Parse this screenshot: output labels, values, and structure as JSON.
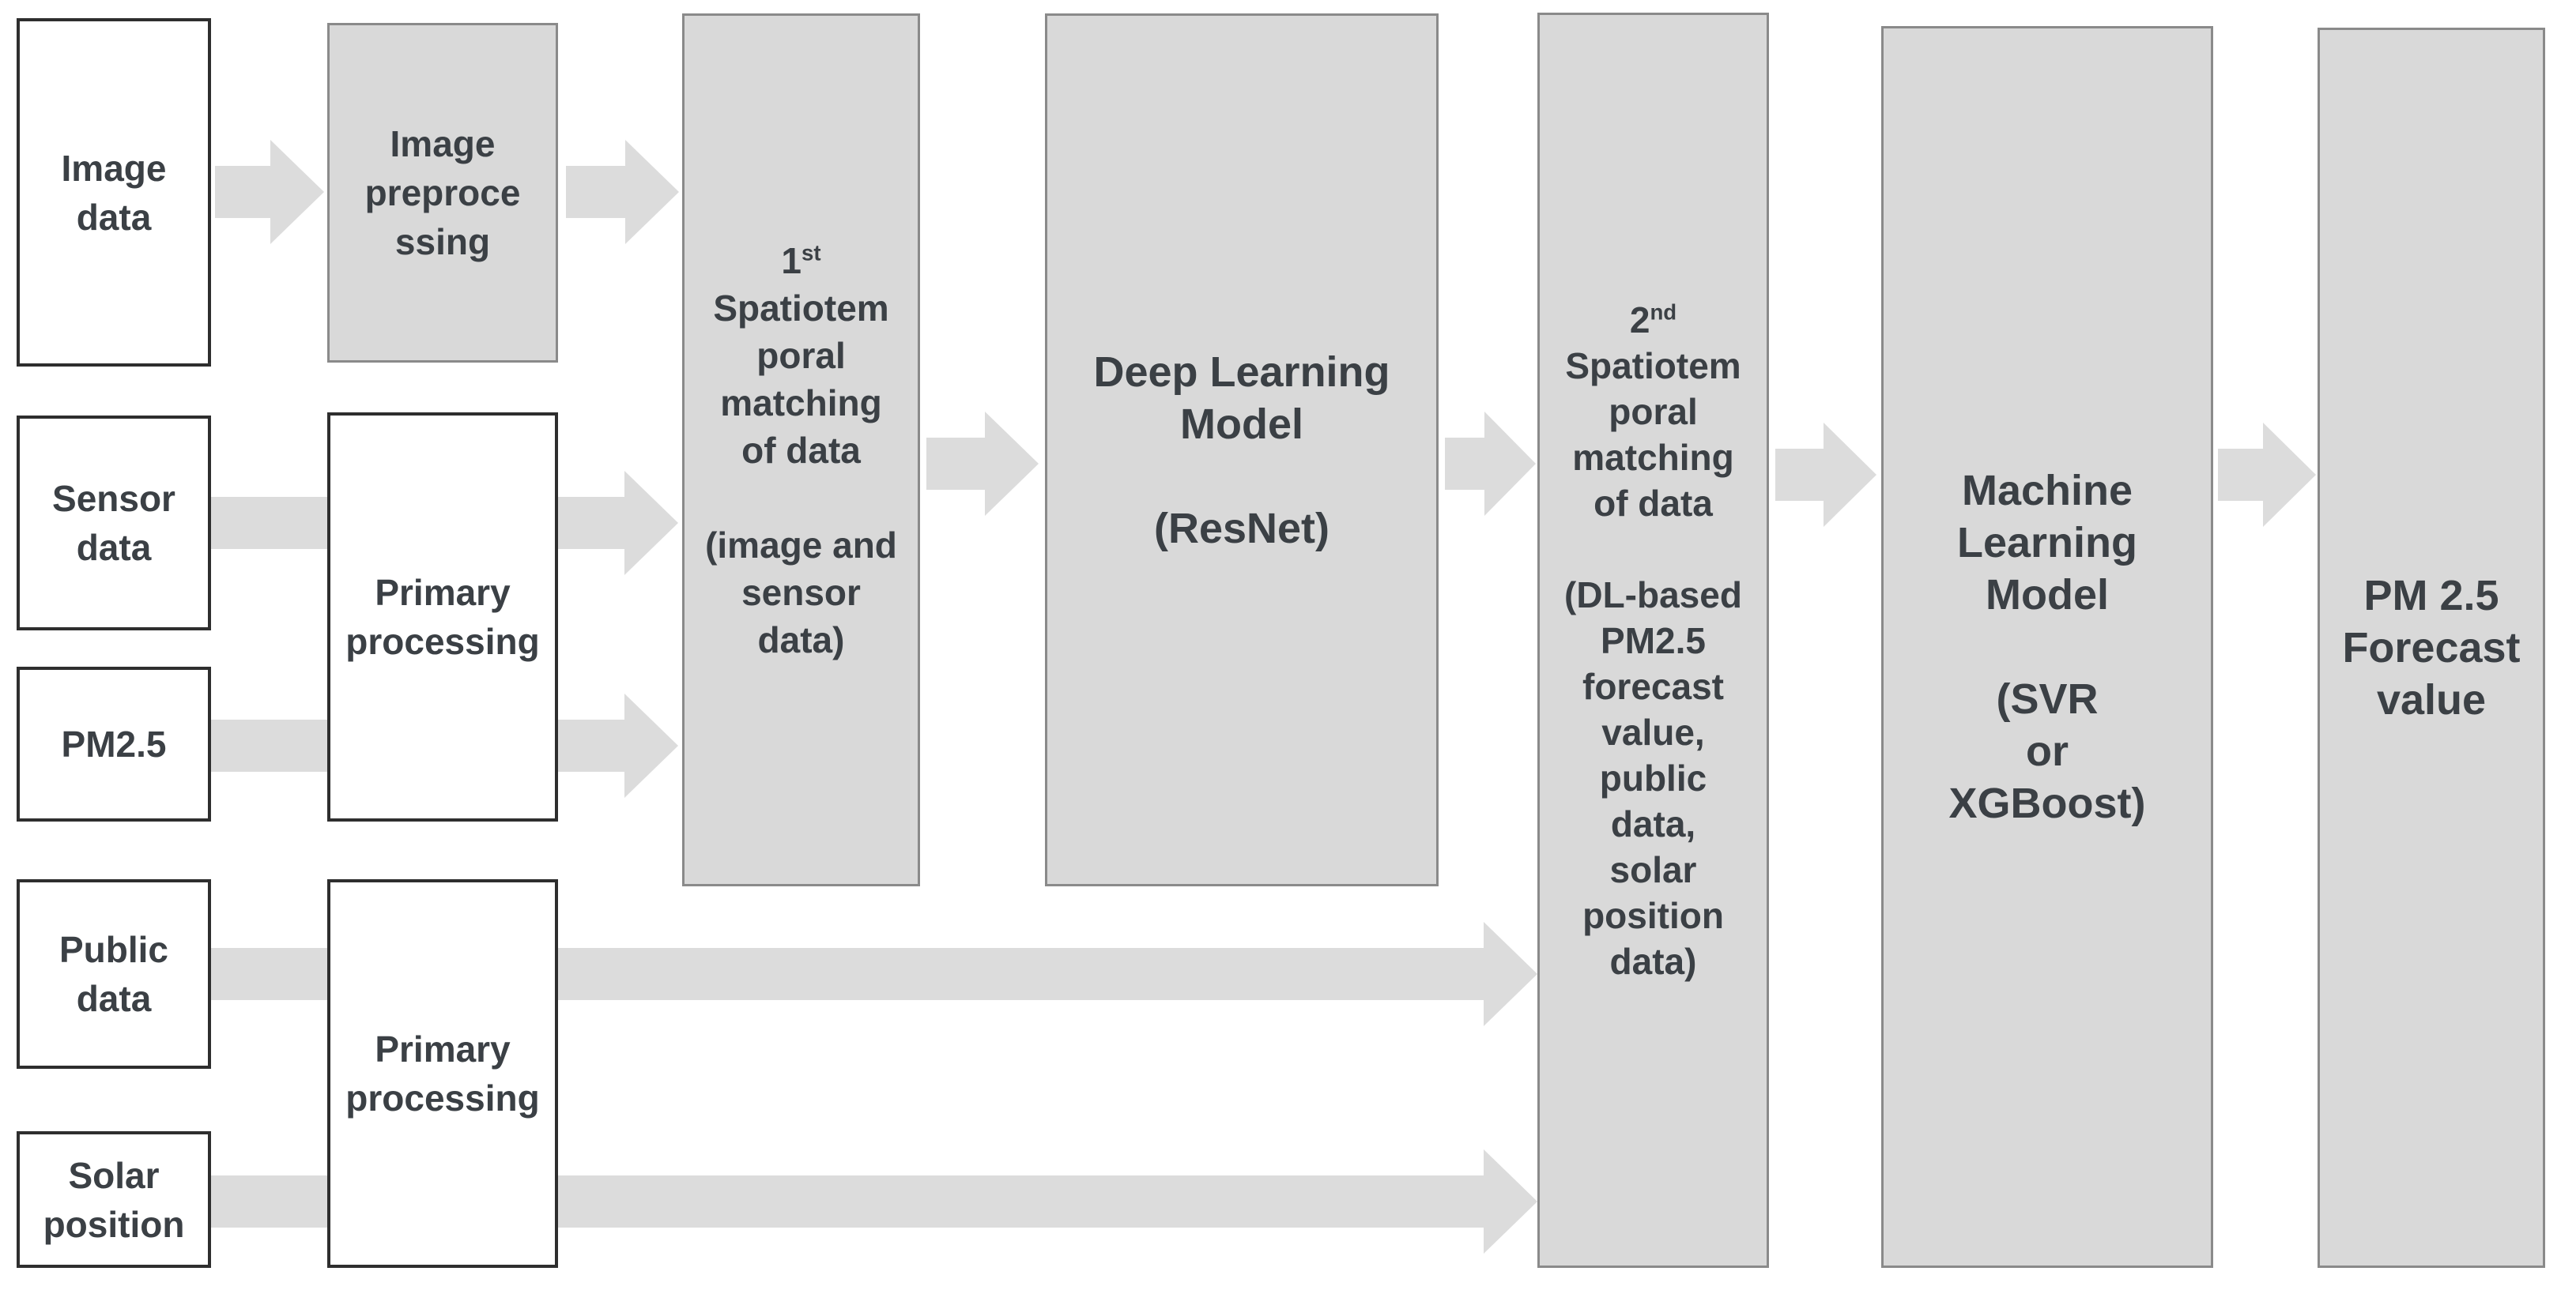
{
  "diagram": {
    "boxes": [
      {
        "id": "image-data",
        "variant": "input",
        "lines": [
          "Image",
          "data"
        ]
      },
      {
        "id": "sensor-data",
        "variant": "input",
        "lines": [
          "Sensor",
          "data"
        ]
      },
      {
        "id": "pm25-data",
        "variant": "input",
        "lines": [
          "PM2.5"
        ]
      },
      {
        "id": "public-data",
        "variant": "input",
        "lines": [
          "Public",
          "data"
        ]
      },
      {
        "id": "solar-position",
        "variant": "input",
        "lines": [
          "Solar",
          "position"
        ]
      },
      {
        "id": "image-preprocessing",
        "variant": "process",
        "lines": [
          "Image",
          "preproce",
          "ssing"
        ]
      },
      {
        "id": "primary-processing-1",
        "variant": "input",
        "lines": [
          "Primary",
          "processing"
        ]
      },
      {
        "id": "primary-processing-2",
        "variant": "input",
        "lines": [
          "Primary",
          "processing"
        ]
      },
      {
        "id": "spatiotemporal-matching-1",
        "variant": "process",
        "lines": [
          {
            "base": "1",
            "sup": "st"
          },
          "Spatiotem",
          "poral",
          "matching",
          "of data",
          "",
          "(image and",
          "sensor",
          "data)"
        ]
      },
      {
        "id": "deep-learning-model",
        "variant": "process",
        "lines": [
          "Deep Learning",
          "Model",
          "",
          "(ResNet)"
        ]
      },
      {
        "id": "spatiotemporal-matching-2",
        "variant": "process",
        "lines": [
          {
            "base": "2",
            "sup": "nd"
          },
          "Spatiotem",
          "poral",
          "matching",
          "of data",
          "",
          "(DL-based",
          "PM2.5",
          "forecast",
          "value,",
          "public",
          "data,",
          "solar",
          "position",
          "data)"
        ]
      },
      {
        "id": "machine-learning-model",
        "variant": "process",
        "lines": [
          "Machine",
          "Learning",
          "Model",
          "",
          "(SVR",
          "or",
          "XGBoost)"
        ]
      },
      {
        "id": "pm25-forecast-value",
        "variant": "process",
        "lines": [
          "PM 2.5",
          "Forecast",
          "value"
        ]
      }
    ],
    "arrows": [
      {
        "id": "image-to-preprocessing",
        "from": "image-data",
        "to": "image-preprocessing"
      },
      {
        "id": "preprocessing-to-matching1",
        "from": "image-preprocessing",
        "to": "spatiotemporal-matching-1"
      },
      {
        "id": "sensor-to-matching1",
        "from": "sensor-data",
        "to": "spatiotemporal-matching-1"
      },
      {
        "id": "pm25-to-matching1",
        "from": "pm25-data",
        "to": "spatiotemporal-matching-1"
      },
      {
        "id": "public-to-matching2",
        "from": "public-data",
        "to": "spatiotemporal-matching-2"
      },
      {
        "id": "solar-to-matching2",
        "from": "solar-position",
        "to": "spatiotemporal-matching-2"
      },
      {
        "id": "matching1-to-dl",
        "from": "spatiotemporal-matching-1",
        "to": "deep-learning-model"
      },
      {
        "id": "dl-to-matching2",
        "from": "deep-learning-model",
        "to": "spatiotemporal-matching-2"
      },
      {
        "id": "matching2-to-ml",
        "from": "spatiotemporal-matching-2",
        "to": "machine-learning-model"
      },
      {
        "id": "ml-to-forecast",
        "from": "machine-learning-model",
        "to": "pm25-forecast-value"
      }
    ],
    "colors": {
      "background": "#ffffff",
      "process_fill": "#d9d9d9",
      "process_border": "#8a8a8a",
      "input_fill": "#ffffff",
      "input_border": "#2e2e2e",
      "arrow_fill": "#dcdcdc",
      "text": "#3b4045"
    }
  }
}
